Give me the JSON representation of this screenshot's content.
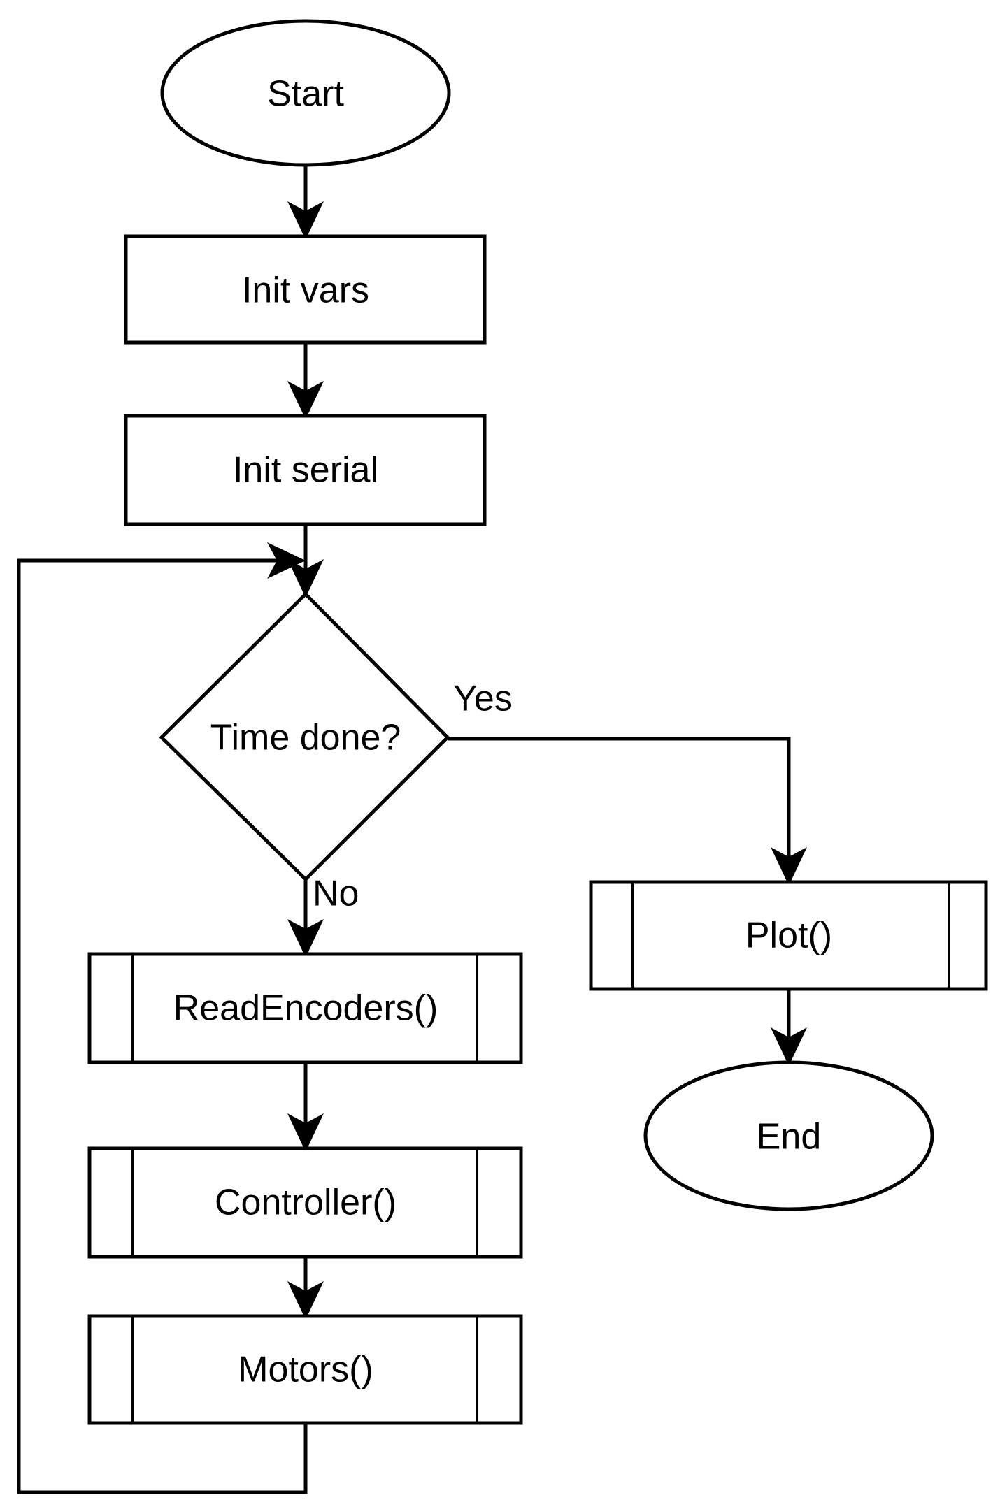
{
  "diagram": {
    "type": "flowchart",
    "title": "Embedded control loop flowchart",
    "background_color": "#ffffff",
    "line_color": "#000000",
    "text_color": "#000000"
  },
  "nodes": {
    "start": {
      "label": "Start",
      "shape": "ellipse"
    },
    "init_vars": {
      "label": "Init vars",
      "shape": "process"
    },
    "init_serial": {
      "label": "Init serial",
      "shape": "process"
    },
    "decision": {
      "label": "Time done?",
      "shape": "decision"
    },
    "read_encoders": {
      "label": "ReadEncoders()",
      "shape": "subroutine"
    },
    "controller": {
      "label": "Controller()",
      "shape": "subroutine"
    },
    "motors": {
      "label": "Motors()",
      "shape": "subroutine"
    },
    "plot": {
      "label": "Plot()",
      "shape": "subroutine"
    },
    "end": {
      "label": "End",
      "shape": "ellipse"
    }
  },
  "edge_labels": {
    "yes": "Yes",
    "no": "No"
  },
  "edges": [
    {
      "from": "start",
      "to": "init_vars",
      "label": ""
    },
    {
      "from": "init_vars",
      "to": "init_serial",
      "label": ""
    },
    {
      "from": "init_serial",
      "to": "decision",
      "label": ""
    },
    {
      "from": "decision",
      "to": "plot",
      "label": "Yes"
    },
    {
      "from": "decision",
      "to": "read_encoders",
      "label": "No"
    },
    {
      "from": "read_encoders",
      "to": "controller",
      "label": ""
    },
    {
      "from": "controller",
      "to": "motors",
      "label": ""
    },
    {
      "from": "motors",
      "to": "decision",
      "label": ""
    },
    {
      "from": "plot",
      "to": "end",
      "label": ""
    }
  ]
}
